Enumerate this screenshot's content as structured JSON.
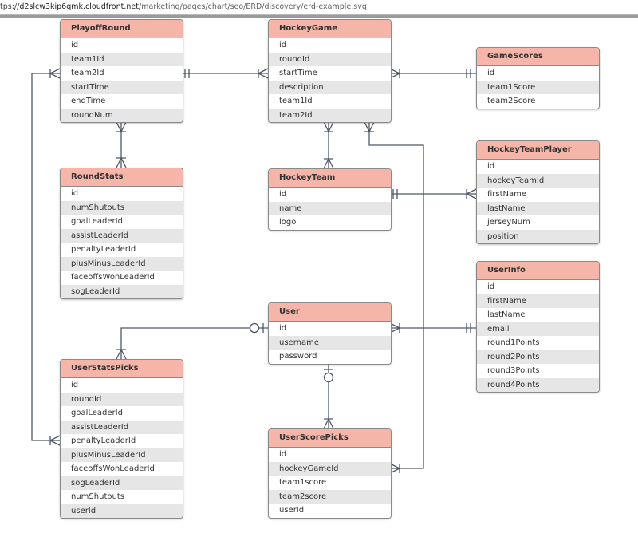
{
  "browser": {
    "url_prefix": "tps://",
    "url_domain": "d2slcw3kip6qmk.cloudfront.net",
    "url_path": "/marketing/pages/chart/seo/ERD/discovery/erd-example.svg"
  },
  "diagram": {
    "line_color": "#4f5766",
    "header_color": "#f5b5a8",
    "stripe_color": "#e6e6e6",
    "entities": [
      {
        "name": "PlayoffRound",
        "fields": [
          "id",
          "team1Id",
          "team2Id",
          "startTime",
          "endTime",
          "roundNum"
        ]
      },
      {
        "name": "HockeyGame",
        "fields": [
          "id",
          "roundId",
          "startTime",
          "description",
          "team1Id",
          "team2Id"
        ]
      },
      {
        "name": "GameScores",
        "fields": [
          "id",
          "team1Score",
          "team2Score"
        ]
      },
      {
        "name": "RoundStats",
        "fields": [
          "id",
          "numShutouts",
          "goalLeaderId",
          "assistLeaderId",
          "penaltyLeaderId",
          "plusMinusLeaderId",
          "faceoffsWonLeaderId",
          "sogLeaderId"
        ]
      },
      {
        "name": "HockeyTeam",
        "fields": [
          "id",
          "name",
          "logo"
        ]
      },
      {
        "name": "HockeyTeamPlayer",
        "fields": [
          "id",
          "hockeyTeamId",
          "firstName",
          "lastName",
          "jerseyNum",
          "position"
        ]
      },
      {
        "name": "UserInfo",
        "fields": [
          "id",
          "firstName",
          "lastName",
          "email",
          "round1Points",
          "round2Points",
          "round3Points",
          "round4Points"
        ]
      },
      {
        "name": "User",
        "fields": [
          "id",
          "username",
          "password"
        ]
      },
      {
        "name": "UserStatsPicks",
        "fields": [
          "id",
          "roundId",
          "goalLeaderId",
          "assistLeaderId",
          "penaltyLeaderId",
          "plusMinusLeaderId",
          "faceoffsWonLeaderId",
          "sogLeaderId",
          "numShutouts",
          "userId"
        ]
      },
      {
        "name": "UserScorePicks",
        "fields": [
          "id",
          "hockeyGameId",
          "team1score",
          "team2score",
          "userId"
        ]
      }
    ]
  }
}
